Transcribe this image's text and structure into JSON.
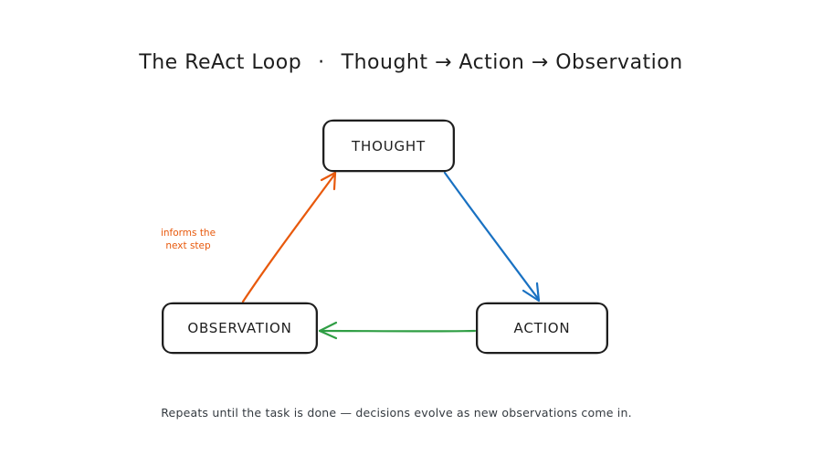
{
  "title": {
    "left": "The ReAct Loop",
    "separator": "·",
    "right": "Thought → Action → Observation"
  },
  "nodes": {
    "thought": "THOUGHT",
    "action": "ACTION",
    "observation": "OBSERVATION"
  },
  "annotation": {
    "line1": "informs the",
    "line2": "next step"
  },
  "colors": {
    "thought_to_action": "#1971c2",
    "action_to_observation": "#2f9e44",
    "observation_to_thought": "#e8590c",
    "stroke": "#1e1e1e"
  },
  "footer": "Repeats until the task is done — decisions evolve as new observations come in."
}
